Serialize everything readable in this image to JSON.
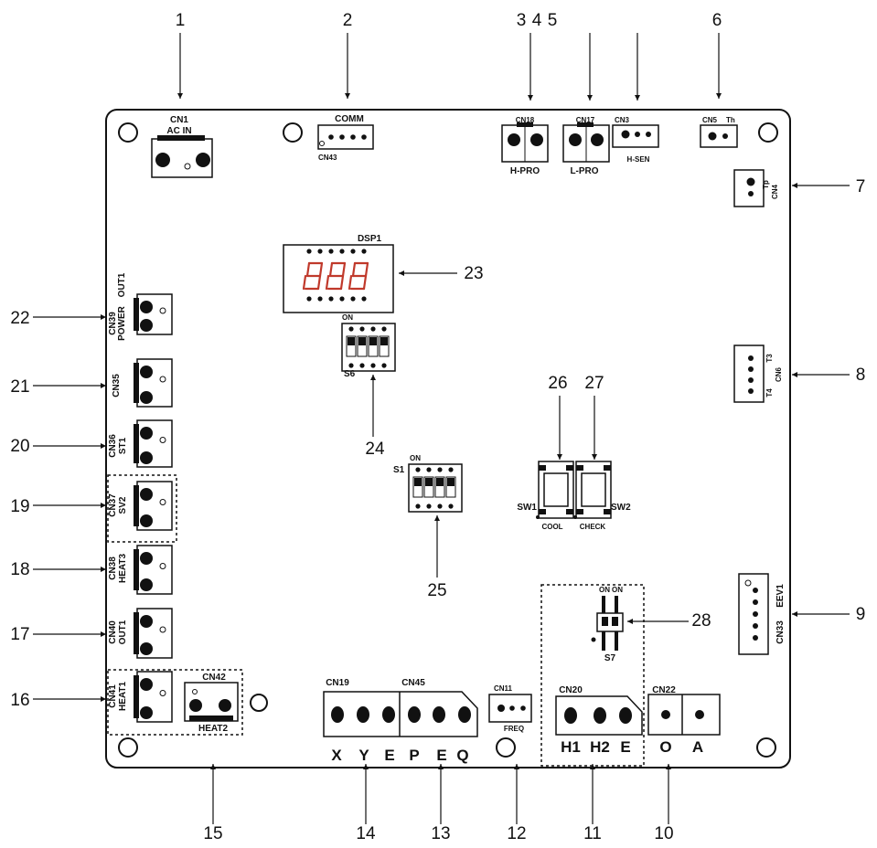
{
  "callouts": [
    "1",
    "2",
    "3",
    "4",
    "5",
    "6",
    "7",
    "8",
    "9",
    "10",
    "11",
    "12",
    "13",
    "14",
    "15",
    "16",
    "17",
    "18",
    "19",
    "20",
    "21",
    "22",
    "23",
    "24",
    "25",
    "26",
    "27",
    "28"
  ],
  "connectors": {
    "cn1": {
      "name": "CN1",
      "sub": "AC IN"
    },
    "comm": {
      "name": "COMM",
      "sub": "CN43"
    },
    "cn18": {
      "name": "CN18",
      "sub": "H-PRO"
    },
    "cn17": {
      "name": "CN17",
      "sub": "L-PRO"
    },
    "cn3": {
      "name": "CN3",
      "sub": "H-SEN"
    },
    "cn5": {
      "name": "CN5",
      "sub": "Th"
    },
    "cn4": {
      "name": "CN4",
      "sub": "Tp"
    },
    "cn6": {
      "name": "CN6",
      "sub_a": "T3",
      "sub_b": "T4"
    },
    "cn33": {
      "name": "CN33",
      "sub": "EEV1"
    },
    "cn39": {
      "name": "CN39",
      "sub": "POWER",
      "sub2": "OUT1"
    },
    "cn35": {
      "name": "CN35",
      "sub": ""
    },
    "cn36": {
      "name": "CN36",
      "sub": "ST1"
    },
    "cn37": {
      "name": "CN37",
      "sub": "SV2"
    },
    "cn38": {
      "name": "CN38",
      "sub": "HEAT3"
    },
    "cn40": {
      "name": "CN40",
      "sub": "OUT1"
    },
    "cn41": {
      "name": "CN41",
      "sub": "HEAT1"
    },
    "cn42": {
      "name": "CN42",
      "sub": "HEAT2"
    },
    "cn19": {
      "name": "CN19"
    },
    "cn45": {
      "name": "CN45"
    },
    "cn11": {
      "name": "CN11",
      "sub": "FREQ"
    },
    "cn20": {
      "name": "CN20"
    },
    "cn22": {
      "name": "CN22"
    }
  },
  "terminals": {
    "cn19_45": [
      "X",
      "Y",
      "E",
      "P",
      "E",
      "Q"
    ],
    "cn20": [
      "H1",
      "H2",
      "E"
    ],
    "cn22": [
      "O",
      "A"
    ]
  },
  "components": {
    "display": "DSP1",
    "s6": "S6",
    "s1": "S1",
    "sw1": "SW1",
    "sw1_sub": "COOL",
    "sw2": "SW2",
    "sw2_sub": "CHECK",
    "s7": "S7",
    "dip_on": "ON"
  }
}
